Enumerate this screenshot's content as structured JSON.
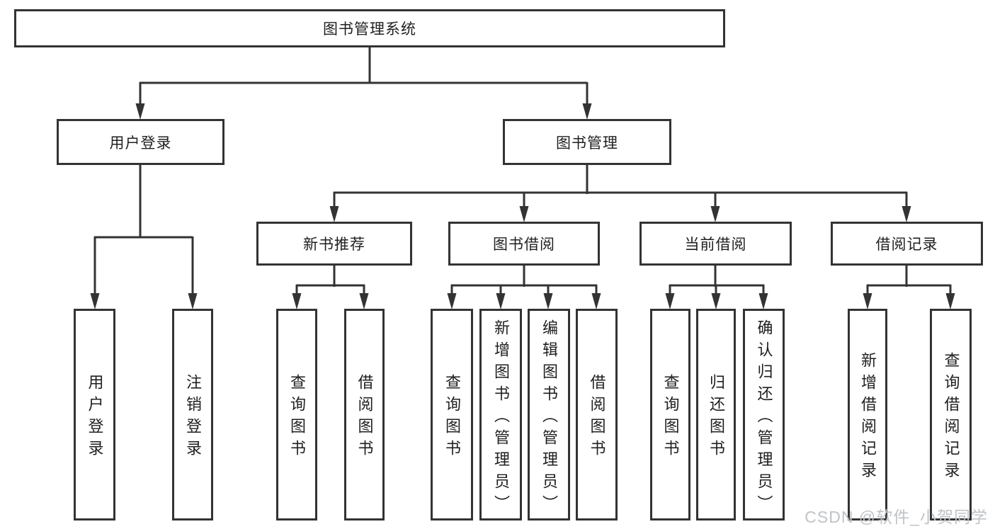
{
  "diagram": {
    "root": {
      "label": "图书管理系统"
    },
    "level2": [
      {
        "label": "用户登录"
      },
      {
        "label": "图书管理"
      }
    ],
    "level3": [
      {
        "label": "新书推荐"
      },
      {
        "label": "图书借阅"
      },
      {
        "label": "当前借阅"
      },
      {
        "label": "借阅记录"
      }
    ],
    "leaves": {
      "login": [
        {
          "label": "用户登录"
        },
        {
          "label": "注销登录"
        }
      ],
      "newbook": [
        {
          "label": "查询图书"
        },
        {
          "label": "借阅图书"
        }
      ],
      "borrow": [
        {
          "label": "查询图书"
        },
        {
          "label": "新增图书（管理员）"
        },
        {
          "label": "编辑图书（管理员）"
        },
        {
          "label": "借阅图书"
        }
      ],
      "current": [
        {
          "label": "查询图书"
        },
        {
          "label": "归还图书"
        },
        {
          "label": "确认归还（管理员）"
        }
      ],
      "records": [
        {
          "label": "新增借阅记录"
        },
        {
          "label": "查询借阅记录"
        }
      ]
    },
    "watermark": "CSDN @软件_小贺同学",
    "colors": {
      "line": "#333333",
      "box_border": "#333333",
      "text": "#1f1f1f",
      "watermark": "#c0c3c6",
      "background": "#ffffff"
    }
  }
}
